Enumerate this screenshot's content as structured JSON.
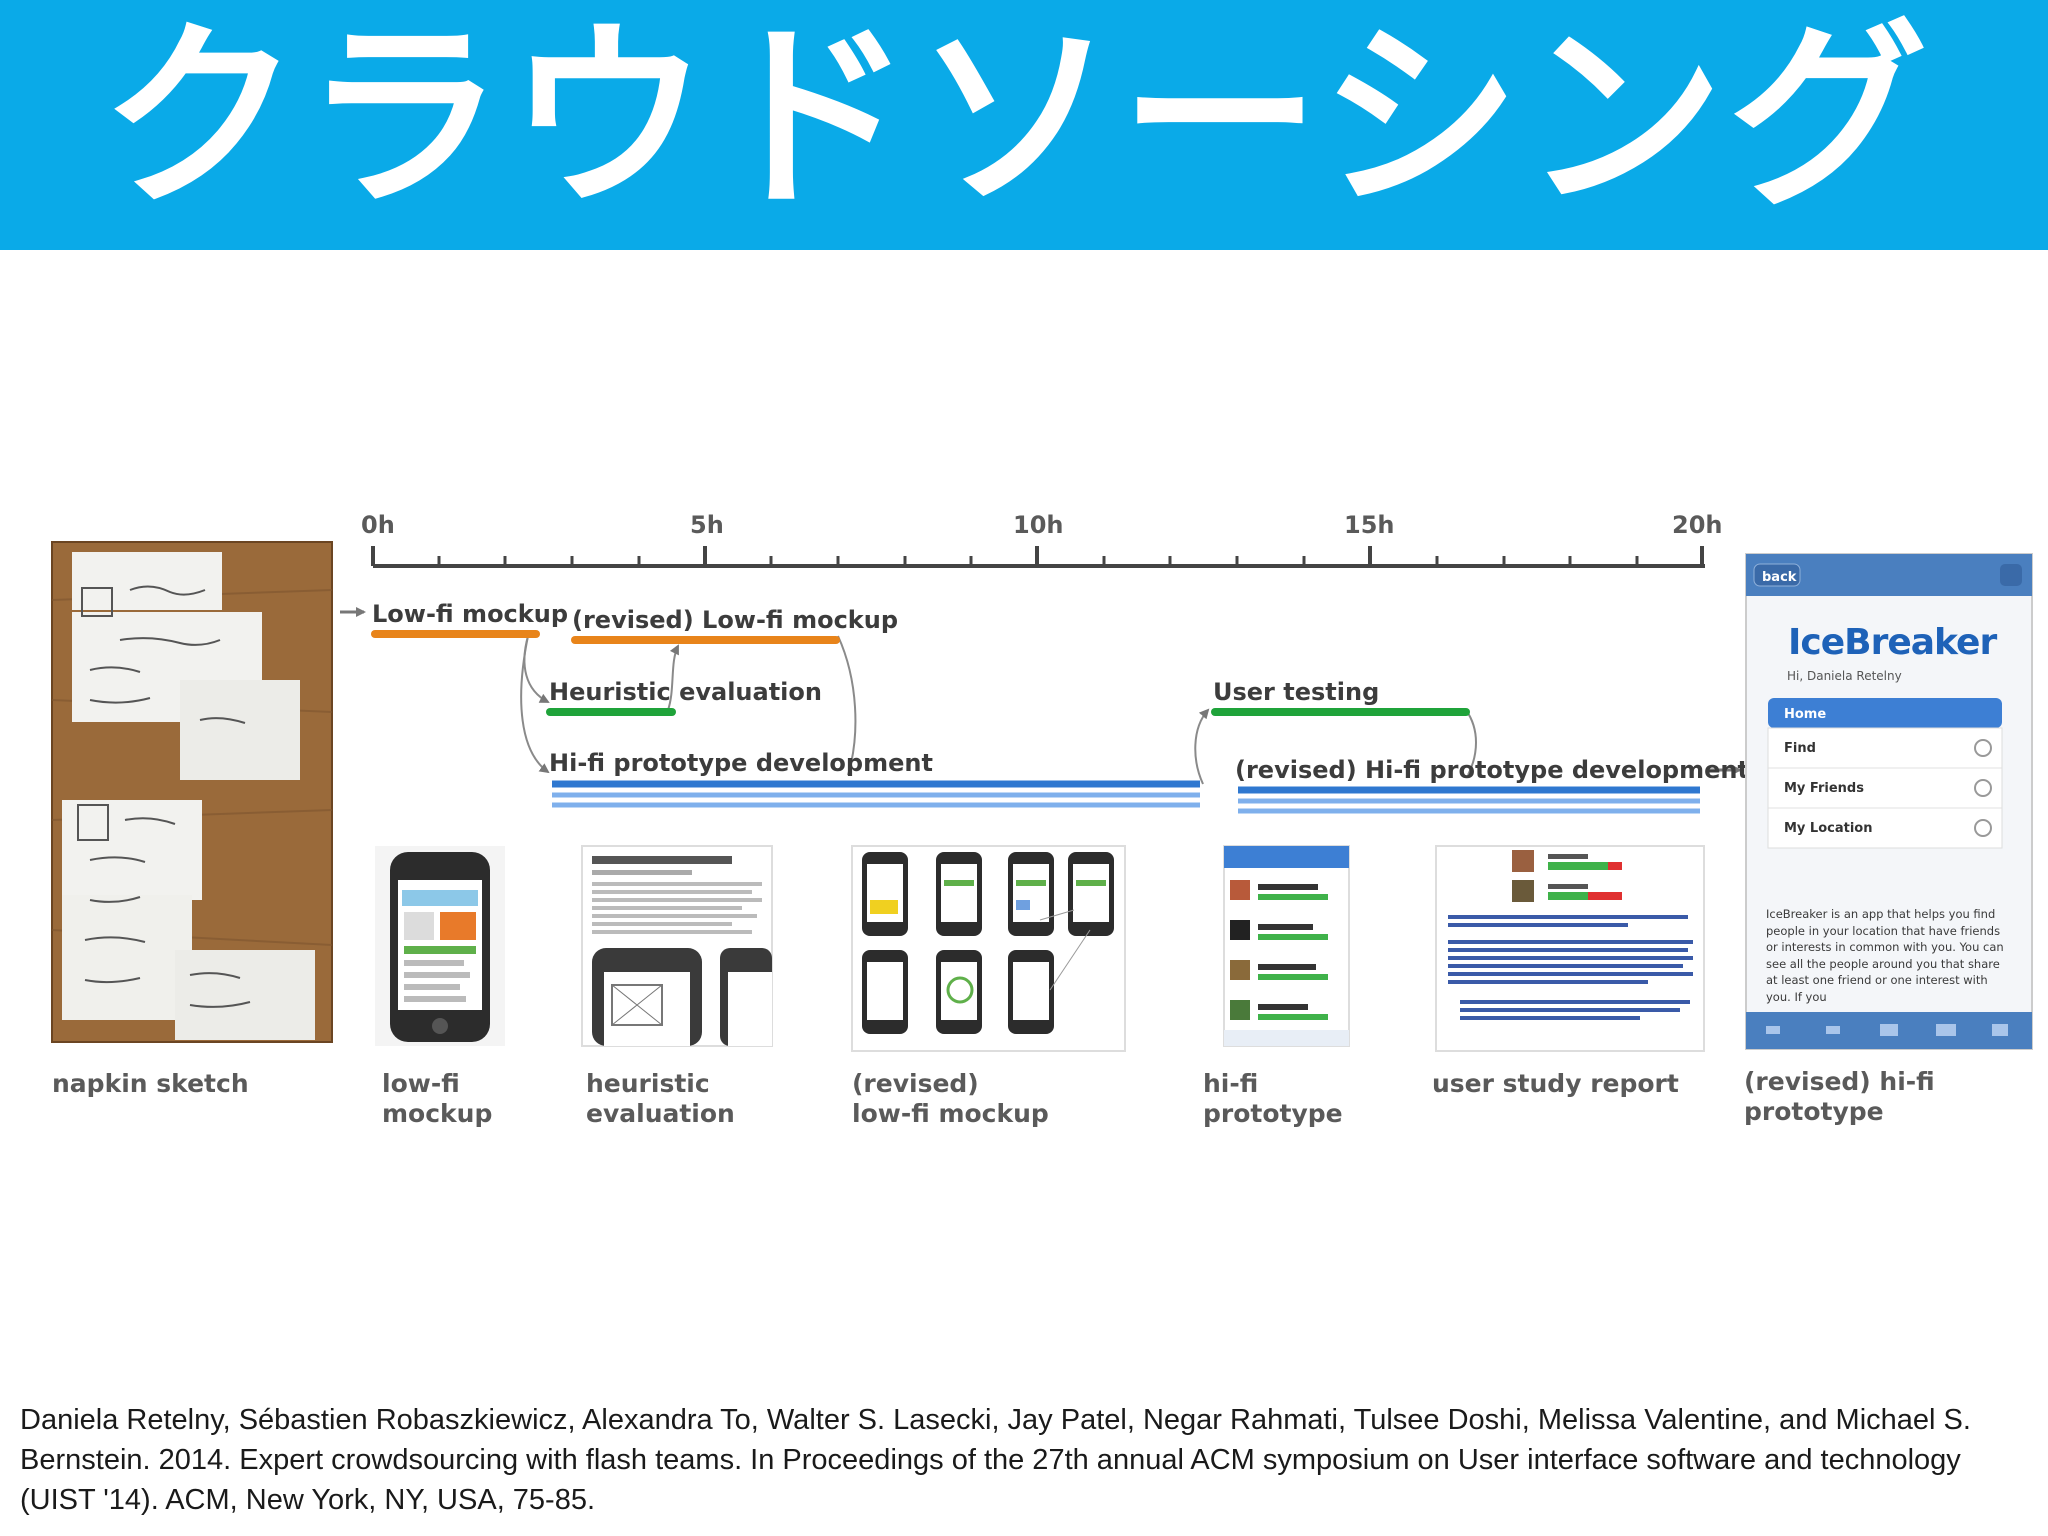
{
  "slide": {
    "title": "クラウドソーシング",
    "citation": "Daniela Retelny, Sébastien Robaszkiewicz, Alexandra To, Walter S. Lasecki, Jay Patel, Negar Rahmati, Tulsee Doshi, Melissa Valentine, and Michael S. Bernstein. 2014. Expert crowdsourcing with flash teams. In Proceedings of the 27th annual ACM symposium on User interface software and technology (UIST '14). ACM, New York, NY, USA, 75-85."
  },
  "timeline": {
    "ticks": [
      "0h",
      "5h",
      "10h",
      "15h",
      "20h"
    ],
    "tasks": {
      "lowfi": "Low-fi mockup",
      "revised_lowfi": "(revised) Low-fi mockup",
      "heuristic": "Heuristic evaluation",
      "hifi": "Hi-fi prototype development",
      "user_testing": "User testing",
      "revised_hifi": "(revised) Hi-fi prototype development"
    },
    "bar_colors": {
      "orange": "#e8841a",
      "green": "#1fa33a",
      "blue": "#2f78d0",
      "lightblue": "#7fb0ec"
    }
  },
  "artifacts": {
    "napkin": [
      "napkin sketch"
    ],
    "lowfi": [
      "low-fi",
      "mockup"
    ],
    "heuristic": [
      "heuristic",
      "evaluation"
    ],
    "revised_lowfi": [
      "(revised)",
      "low-fi mockup"
    ],
    "hifi": [
      "hi-fi",
      "prototype"
    ],
    "study": [
      "user study report"
    ],
    "revised_hifi": [
      "(revised) hi-fi",
      "prototype"
    ]
  },
  "icebreaker": {
    "back": "back",
    "logo": "IceBreaker",
    "greeting": "Hi, Daniela Retelny",
    "menu": [
      "Home",
      "Find",
      "My Friends",
      "My Location"
    ],
    "description": "IceBreaker is an app that helps you find people in your location that have friends or interests in common with you. You can see all the people around you that share at least one friend or one interest with you. If you"
  }
}
